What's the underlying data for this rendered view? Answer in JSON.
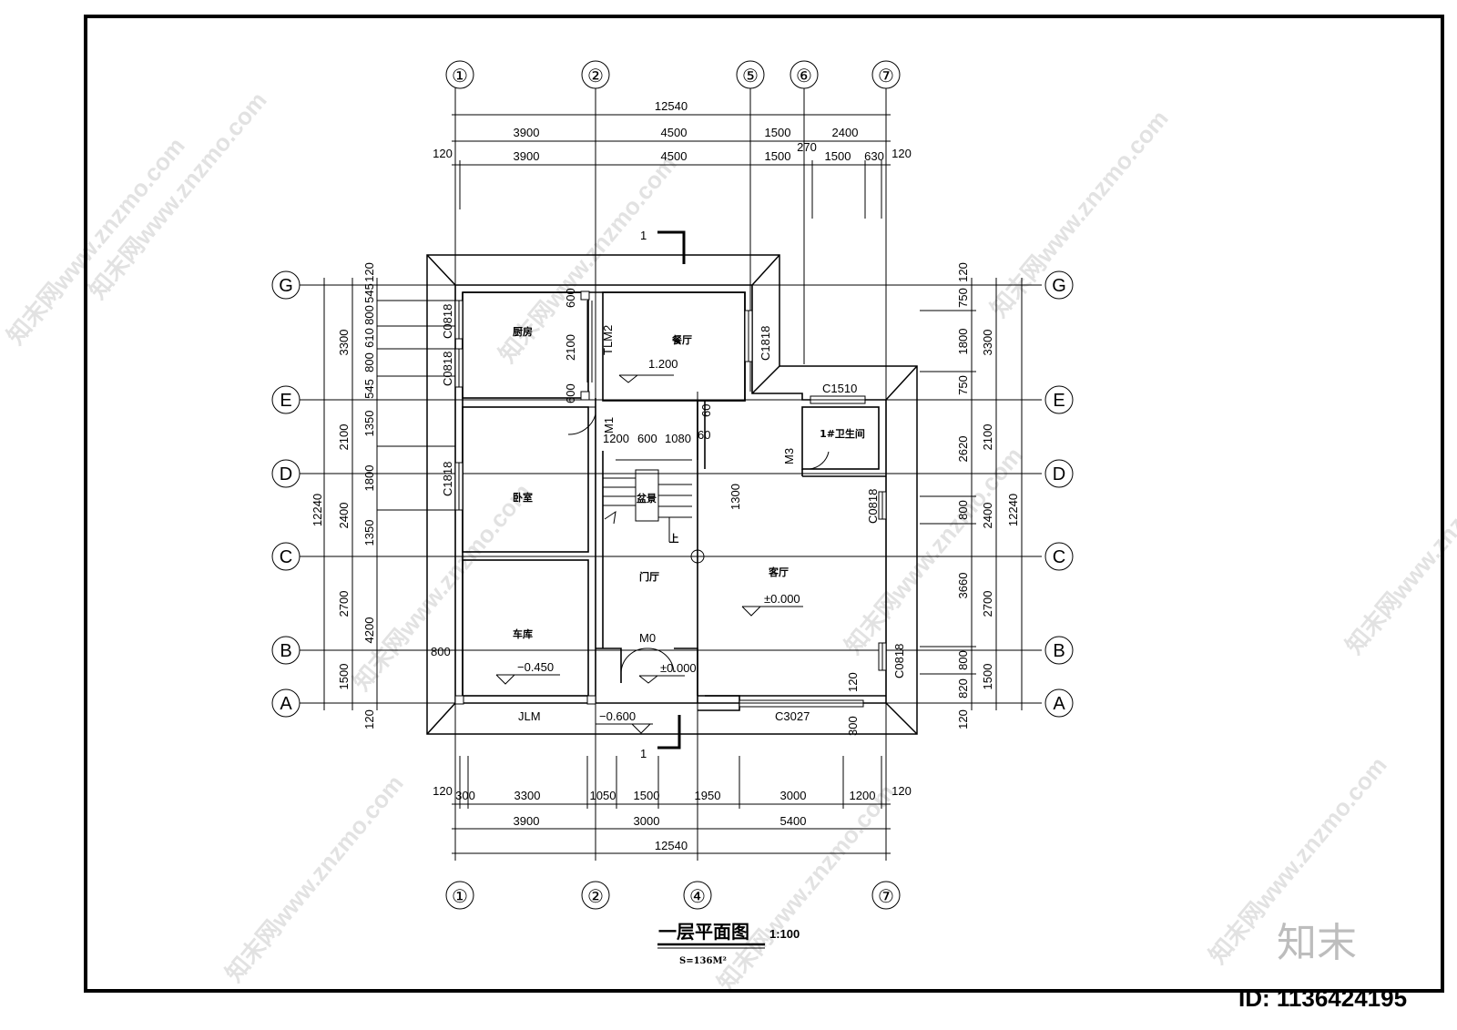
{
  "drawing": {
    "title": "一层平面图",
    "scale": "1:100",
    "area": "S=136M²",
    "section_mark": "1",
    "brand": "知末",
    "id_label": "ID: 1136424195",
    "watermark": "知末网www.znzmo.com"
  },
  "axes": {
    "top": [
      "①",
      "②",
      "⑤",
      "⑥",
      "⑦"
    ],
    "bottom": [
      "①",
      "②",
      "④",
      "⑦"
    ],
    "rows": [
      "G",
      "E",
      "D",
      "C",
      "B",
      "A"
    ]
  },
  "dimensions": {
    "top_total": "12540",
    "top_row1": [
      "3900",
      "4500",
      "1500",
      "2400"
    ],
    "top_row2": [
      "120",
      "3900",
      "4500",
      "1500",
      "1500",
      "630",
      "120"
    ],
    "top_270": "270",
    "bottom_row1": [
      "120",
      "300",
      "3300",
      "1050",
      "1500",
      "1950",
      "3000",
      "1200",
      "120"
    ],
    "bottom_row2": [
      "3900",
      "3000",
      "5400"
    ],
    "bottom_total": "12540",
    "left_total": "12240",
    "left_row1": [
      "3300",
      "2100",
      "2400",
      "2700",
      "1500"
    ],
    "left_row2": [
      "120",
      "1350",
      "1800",
      "1350",
      "4200",
      "120"
    ],
    "left_small": [
      "545",
      "800",
      "610",
      "800",
      "545"
    ],
    "right_total": "12240",
    "right_row1": [
      "3300",
      "2100",
      "2400",
      "2700",
      "1500"
    ],
    "right_row2": [
      "120",
      "750",
      "1800",
      "750",
      "2620",
      "800",
      "3660",
      "800",
      "820",
      "120"
    ]
  },
  "rooms": {
    "kitchen": "厨房",
    "dining": "餐厅",
    "bedroom": "卧室",
    "garage": "车库",
    "foyer": "门厅",
    "living": "客厅",
    "bathroom": "1#卫生间",
    "stair_well": "盆景",
    "stair_up": "上"
  },
  "labels": {
    "c0818": "C0818",
    "c1818": "C1818",
    "c1510": "C1510",
    "c3027": "C3027",
    "tlm2": "TLM2",
    "m1": "M1",
    "m3": "M3",
    "m0": "M0",
    "jlm": "JLM",
    "d600": "600",
    "d2100": "2100",
    "d1200": "1200",
    "d1080": "1080",
    "d60": "60",
    "d1300": "1300",
    "d800": "800",
    "d120": "120",
    "d300": "300"
  },
  "elevations": {
    "dining": "1.200",
    "living": "±0.000",
    "entry": "±0.000",
    "garage": "−0.450",
    "outside": "−0.600"
  }
}
